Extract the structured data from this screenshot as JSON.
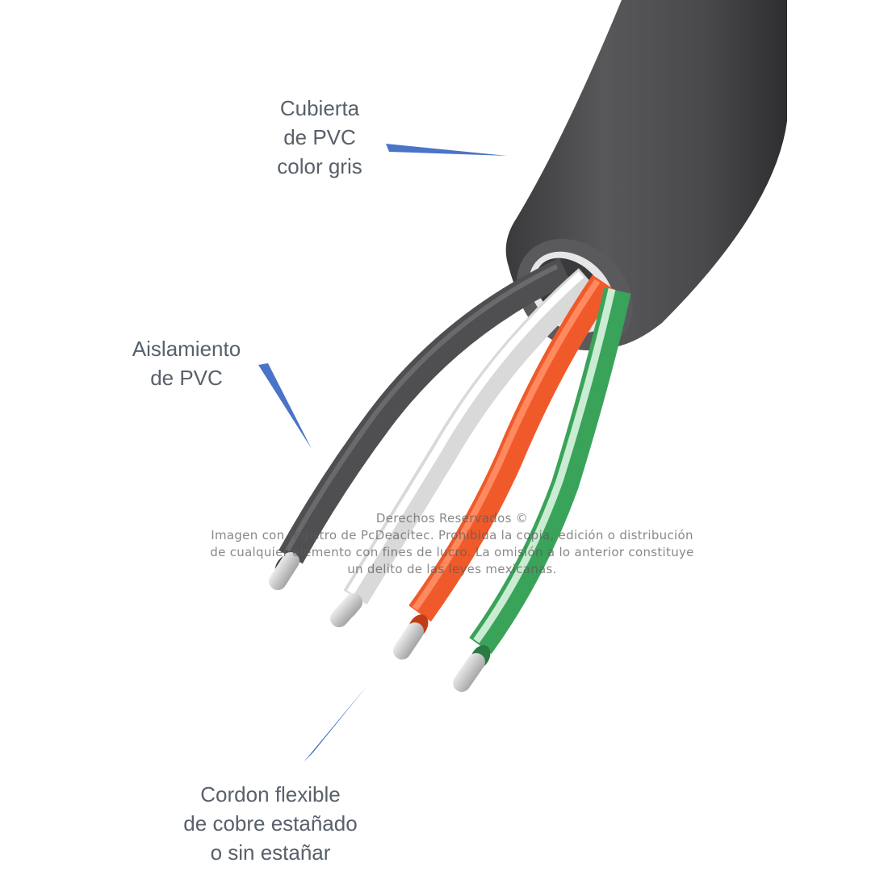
{
  "labels": {
    "jacket": [
      "Cubierta",
      "de PVC",
      "color gris"
    ],
    "insulation": [
      "Aislamiento",
      "de PVC"
    ],
    "cord": [
      "Cordon flexible",
      "de cobre estañado",
      "o sin estañar"
    ]
  },
  "watermark": [
    "Derechos Reservados ©",
    "Imagen con registro de PcDeacitec. Prohibida la copia, edición o distribución",
    "de cualquier elemento con fines de lucro. La omisión a lo anterior constituye",
    "un delito de las leyes mexicanas."
  ],
  "colors": {
    "jacket": "#4a4a4c",
    "wire_black": "#4f4f52",
    "wire_white": "#ececec",
    "wire_red": "#f05a2a",
    "wire_green": "#3aa35a",
    "arrow": "#4a74c8",
    "label_text": "#58606a"
  }
}
